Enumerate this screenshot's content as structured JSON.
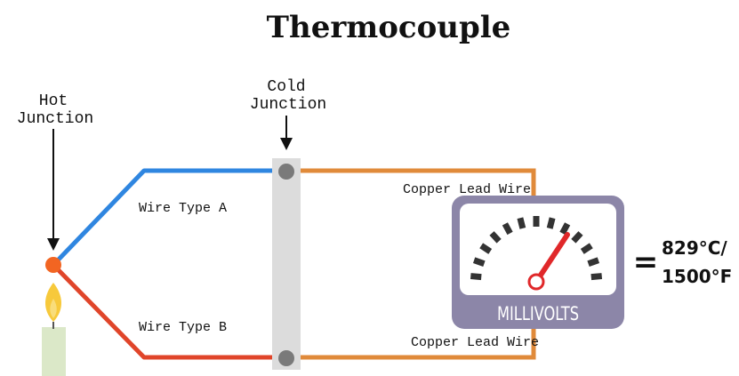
{
  "title": "Thermocouple",
  "hot_junction": {
    "line1": "Hot",
    "line2": "Junction"
  },
  "cold_junction": {
    "line1": "Cold",
    "line2": "Junction"
  },
  "wire_a": "Wire Type A",
  "wire_b": "Wire Type B",
  "copper_top": "Copper Lead Wire",
  "copper_bottom": "Copper Lead Wire",
  "meter_label": "MILLIVOLTS",
  "equals": "=",
  "reading": {
    "celsius": "829",
    "celsius_unit": "°C/",
    "fahrenheit": "1500",
    "fahrenheit_unit": "°F"
  },
  "colors": {
    "wire_a": "#2f86e0",
    "wire_b": "#e0452a",
    "copper": "#e08a3a",
    "junction": "#f26522",
    "meter_frame": "#8c86a8",
    "needle": "#e0282a",
    "block": "#dcdcdc",
    "screw": "#7a7a7a",
    "candle": "#dbe8c8",
    "flame": "#f7c93b"
  }
}
